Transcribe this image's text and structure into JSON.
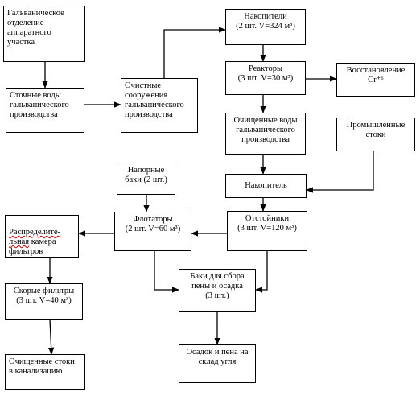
{
  "nodes": {
    "galv_dept": "Гальваническое\nотделение\nаппаратного\nучастка",
    "storage_top": "Накопители\n(2 шт. V=324 м³)",
    "wastewater": "Сточные воды\nгальванического\nпроизводства",
    "treatment": "Очистные\nсооружения\nгальванического\nпроизводства",
    "reactors": "Реакторы\n(3 шт. V=30 м³)",
    "recovery": "Восстановление\nCr⁺⁶",
    "cleaned_water": "Очищенные воды\nгальванического\nпроизводства",
    "industrial": "Промышленные\nстоки",
    "pressure_tanks": "Напорные\nбаки (2 шт.)",
    "storage": "Накопитель",
    "distributor_prefix": "Распределите-\nльная",
    "distributor_rest": " камера\nфильтров",
    "flotators": "Флотаторы\n(2 шт. V=60 м³)",
    "settlers": "Отстойники\n(3 шт. V=120 м³)",
    "foam_tanks": "Баки для сбора\nпены и осадка\n(3 шт.)",
    "fast_filters": "Скорые фильтры\n(3 шт. V=40 м³)",
    "foam_coal": "Осадок и пена на\nсклад угля",
    "sewer": "Очищенные стоки\nв канализацию"
  }
}
